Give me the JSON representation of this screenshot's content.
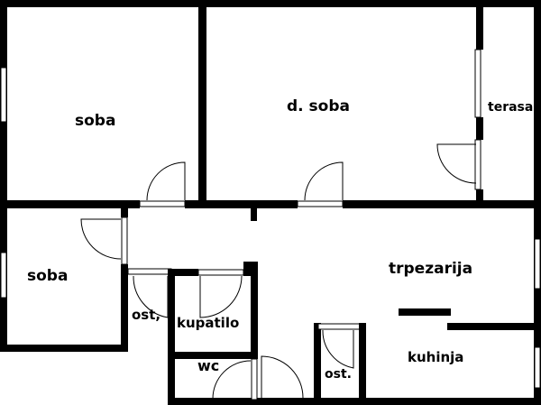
{
  "rooms": {
    "bedroom_1": "soba",
    "living_room": "d. soba",
    "terrace": "terasa",
    "bedroom_2": "soba",
    "dining": "trpezarija",
    "storage_1": "ost,",
    "bathroom": "kupatilo",
    "wc": "wc",
    "storage_2": "ost.",
    "kitchen": "kuhinja"
  },
  "colors": {
    "wall": "#000000",
    "background": "#ffffff"
  }
}
